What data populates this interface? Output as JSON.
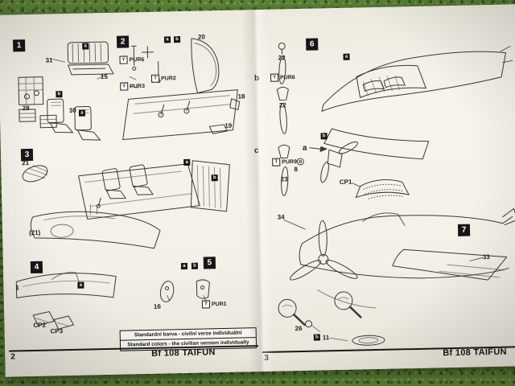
{
  "colors": {
    "background_green": "#5d8238",
    "paper": "#f3f0e8",
    "ink": "#1f1d1a"
  },
  "left_page": {
    "footer": {
      "page_number": "2",
      "title": "Bf 108 TAIFUN"
    },
    "color_note": {
      "line1": "Standardní barva - civilní verze individuální",
      "line2": "Standard colors - the civilian version individually"
    },
    "step1": {
      "number": "1",
      "parts": [
        "31",
        "15",
        "28",
        "30"
      ],
      "callouts": [
        "a",
        "b",
        "a"
      ]
    },
    "step2": {
      "number": "2",
      "parts": [
        "20",
        "18",
        "19"
      ],
      "pur": [
        {
          "box": "Y",
          "label": "PUR6"
        },
        {
          "box": "T",
          "label": "PUR2"
        },
        {
          "box": "Y",
          "label": "PUR3"
        }
      ],
      "callouts": [
        "a",
        "b"
      ]
    },
    "step3": {
      "number": "3",
      "parts": [
        "21",
        "(21)"
      ],
      "callouts": [
        "a",
        "b"
      ]
    },
    "step4": {
      "number": "4",
      "parts": [
        "1",
        "CP2",
        "CP3"
      ],
      "callouts": [
        "a"
      ]
    },
    "step5": {
      "number": "5",
      "parts": [
        "16"
      ],
      "pur": [
        {
          "box": "T",
          "label": "PUR1"
        }
      ],
      "callouts": [
        "a",
        "b"
      ]
    }
  },
  "right_page": {
    "footer": {
      "page_number": "3",
      "title": "Bf 108 TAIFUN"
    },
    "step6": {
      "number": "6",
      "letters": [
        "b",
        "c",
        "a"
      ],
      "parts": [
        "22",
        "22",
        "23",
        "8"
      ],
      "pur": [
        {
          "box": "Y",
          "label": "PUR6"
        },
        {
          "box": "T",
          "label": "PUR9"
        }
      ],
      "callouts": [
        "a",
        "b"
      ]
    },
    "step7": {
      "number": "7",
      "parts": [
        "CP1",
        "34",
        "33",
        "26",
        "11"
      ],
      "callouts": [
        "b"
      ]
    }
  }
}
